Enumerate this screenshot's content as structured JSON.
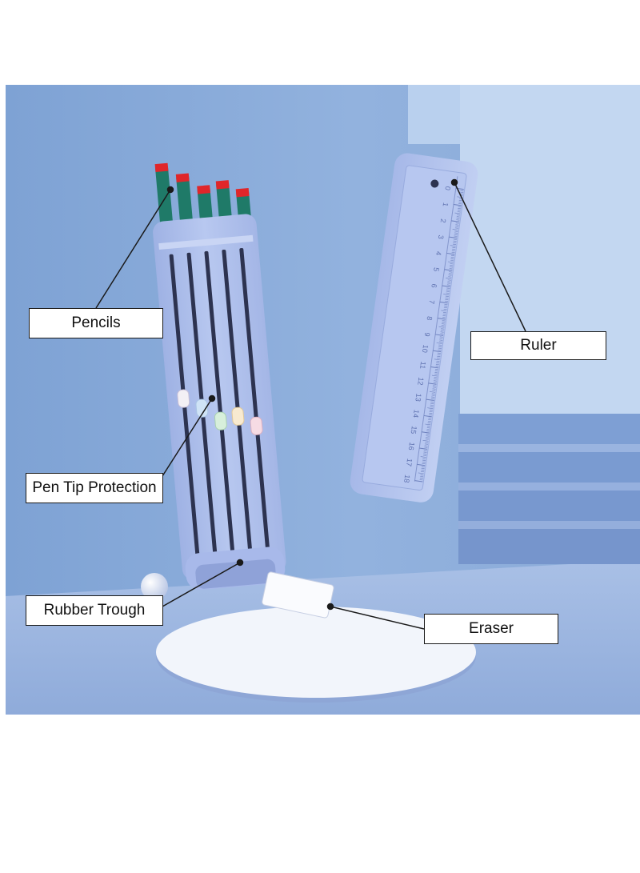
{
  "labels": {
    "pencils": "Pencils",
    "ruler": "Ruler",
    "pen_tip_protection": "Pen Tip Protection",
    "rubber_trough": "Rubber Trough",
    "eraser": "Eraser"
  },
  "ruler_ticks": [
    "0",
    "1",
    "2",
    "3",
    "4",
    "5",
    "6",
    "7",
    "8",
    "9",
    "10",
    "11",
    "12",
    "13",
    "14",
    "15",
    "16",
    "17",
    "18"
  ],
  "colors": {
    "background_wall": "#8fb0dc",
    "floor": "#9ab5e2",
    "case_body": "#b3c4ee",
    "pencil_body": "#1f7a68",
    "pencil_cap": "#e0262a",
    "pedestal": "#eef1f8",
    "leader_line": "#1a1a1a"
  }
}
